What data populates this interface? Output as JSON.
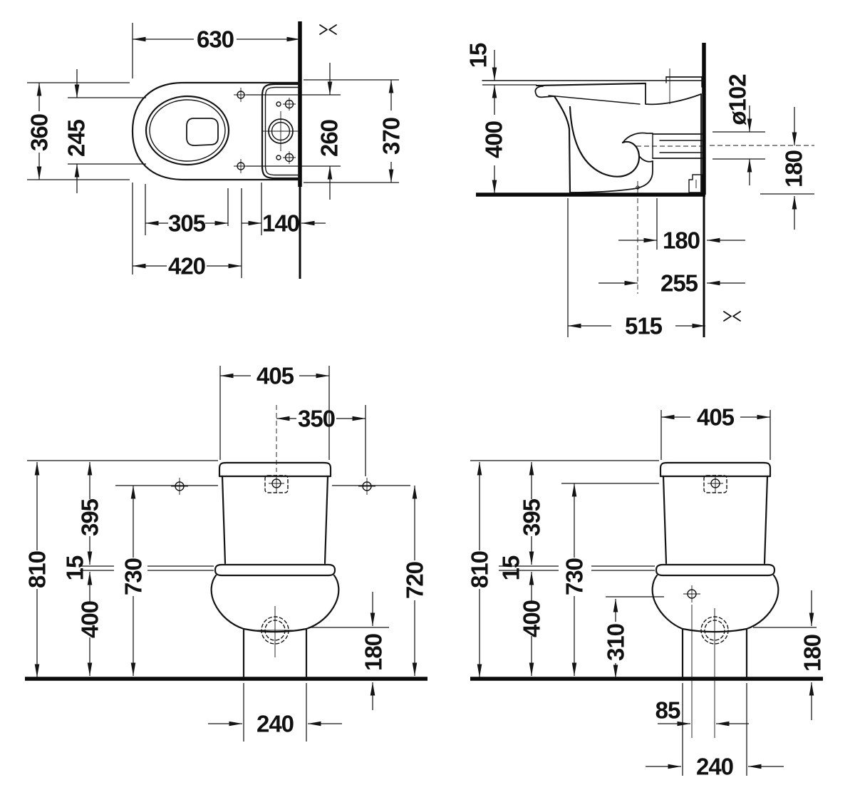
{
  "drawing": {
    "title": "Close-coupled WC technical dimension drawing",
    "views": {
      "plan": {
        "name": "plan view",
        "dims": {
          "d630": "630",
          "d360": "360",
          "d245": "245",
          "d260": "260",
          "d370": "370",
          "d305": "305",
          "d140": "140",
          "d420": "420"
        }
      },
      "side": {
        "name": "side section view",
        "dims": {
          "d15": "15",
          "d400": "400",
          "d102": "ø102",
          "d180v": "180",
          "d180h": "180",
          "d255": "255",
          "d515": "515"
        }
      },
      "front": {
        "name": "front view",
        "dims": {
          "d405": "405",
          "d350": "350",
          "d810": "810",
          "d395": "395",
          "d15": "15",
          "d400": "400",
          "d730": "730",
          "d720": "720",
          "d180": "180",
          "d240": "240"
        }
      },
      "rear": {
        "name": "rear view",
        "dims": {
          "d405": "405",
          "d810": "810",
          "d395": "395",
          "d15": "15",
          "d400": "400",
          "d730": "730",
          "d310": "310",
          "d180": "180",
          "d85": "85",
          "d240": "240"
        }
      }
    }
  }
}
